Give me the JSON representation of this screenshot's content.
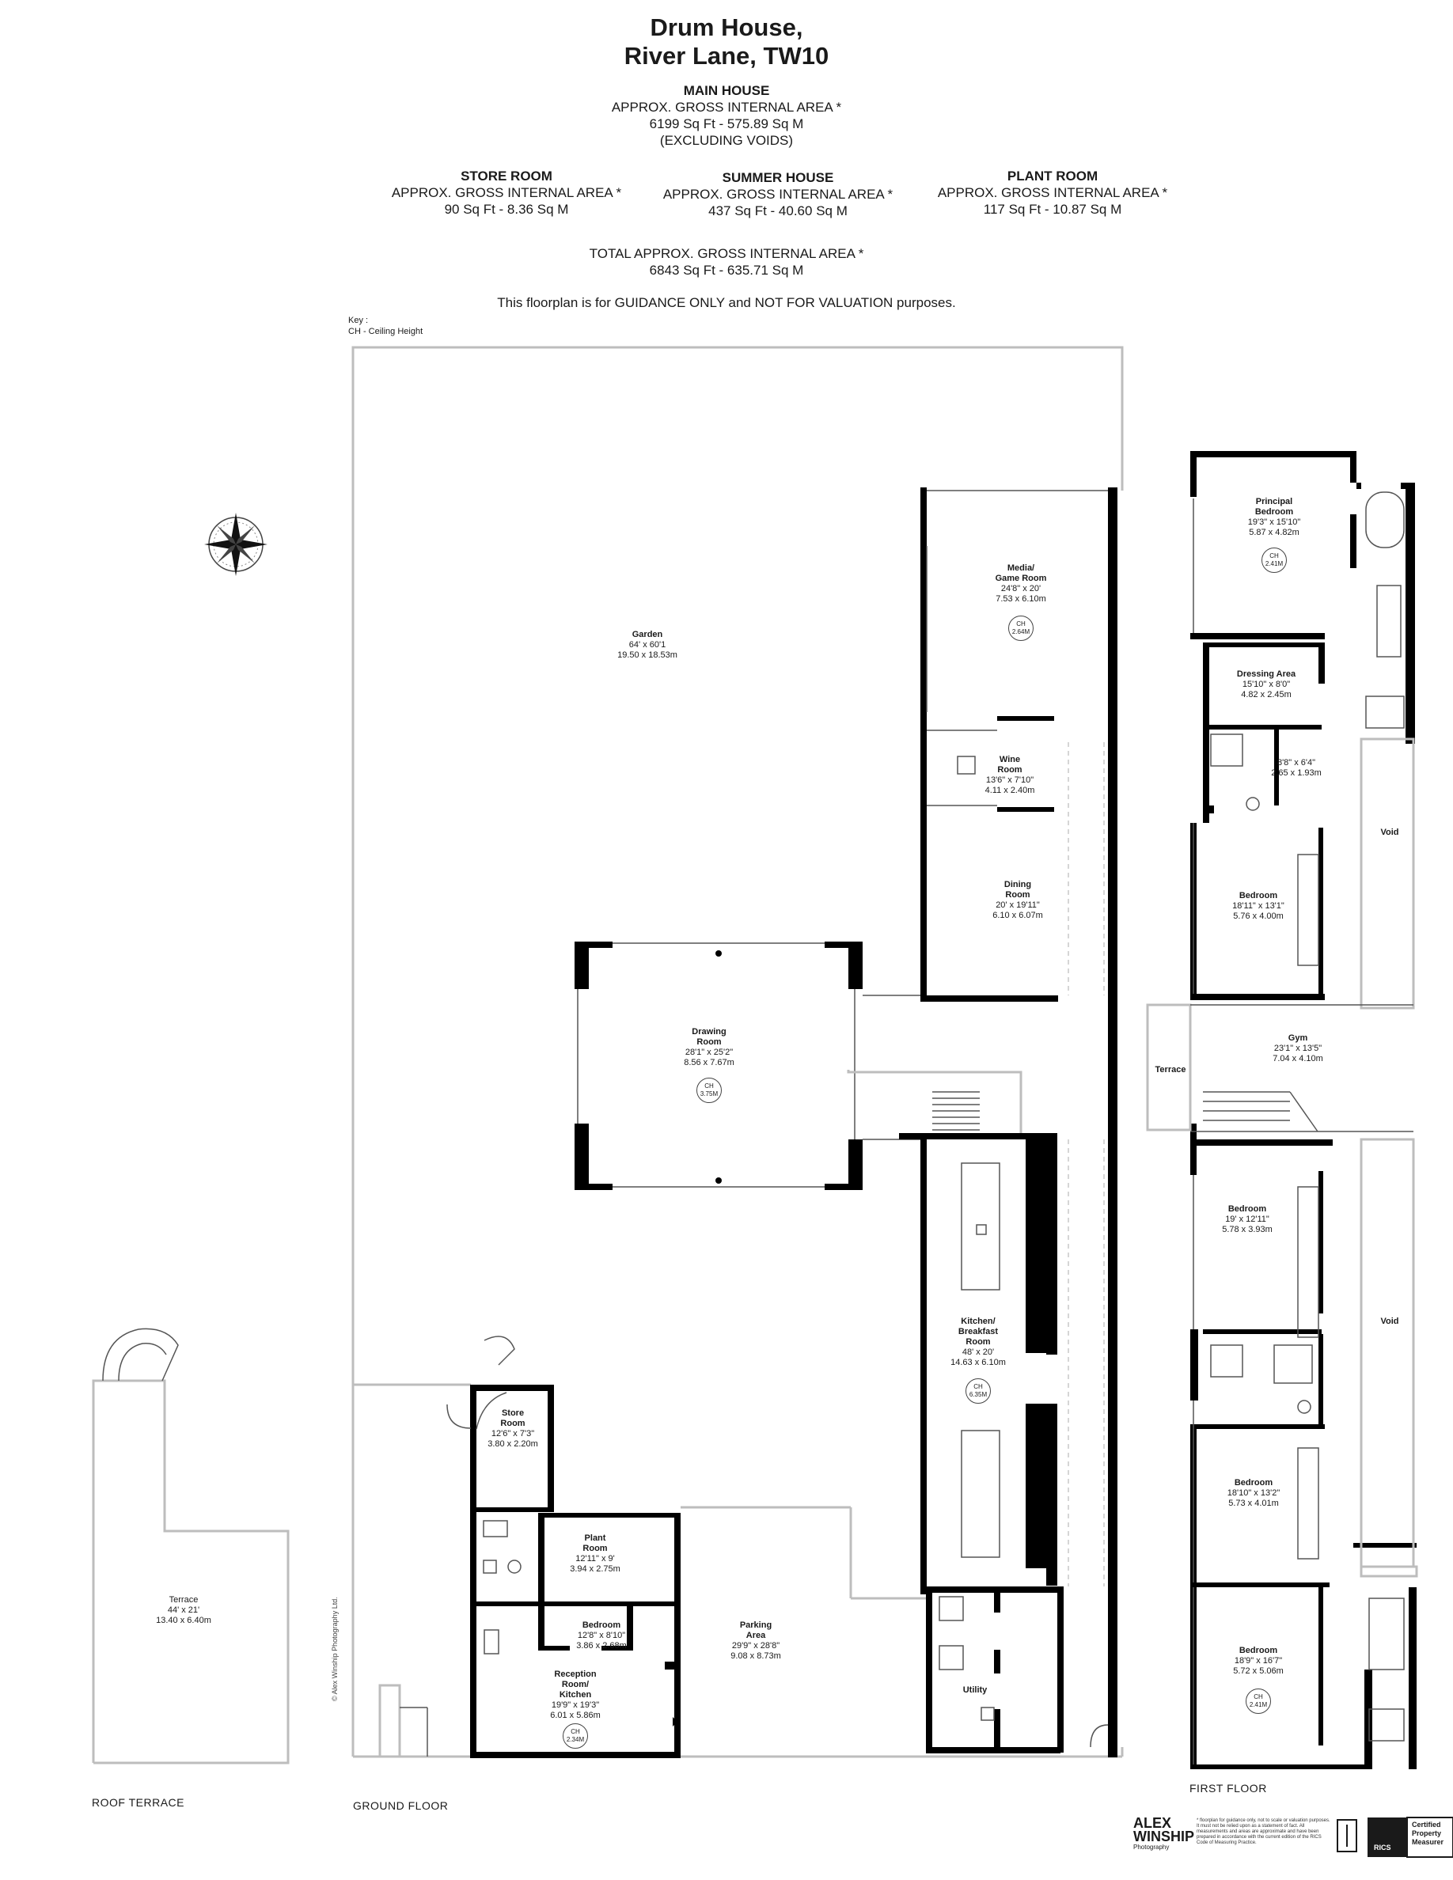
{
  "header": {
    "title_line1": "Drum House,",
    "title_line2": "River Lane, TW10",
    "main_house": {
      "heading": "MAIN HOUSE",
      "line1": "APPROX. GROSS INTERNAL  AREA *",
      "line2": "6199 Sq Ft  -  575.89 Sq M",
      "line3": "(EXCLUDING VOIDS)"
    },
    "store_room": {
      "heading": "STORE ROOM",
      "line1": "APPROX. GROSS INTERNAL  AREA *",
      "line2": "90 Sq Ft  -  8.36 Sq M"
    },
    "summer_house": {
      "heading": "SUMMER HOUSE",
      "line1": "APPROX. GROSS INTERNAL  AREA *",
      "line2": "437 Sq Ft  -  40.60 Sq M"
    },
    "plant_room": {
      "heading": "PLANT ROOM",
      "line1": "APPROX. GROSS INTERNAL  AREA *",
      "line2": "117 Sq Ft  -  10.87 Sq M"
    },
    "total": {
      "line1": "TOTAL  APPROX. GROSS INTERNAL  AREA *",
      "line2": "6843 Sq Ft  -  635.71 Sq M"
    },
    "disclaimer": "This floorplan is for GUIDANCE ONLY and NOT FOR VALUATION purposes."
  },
  "key": {
    "line1": "Key :",
    "line2": "CH - Ceiling Height"
  },
  "rooms": {
    "garden": {
      "name": "Garden",
      "imperial": "64' x 60'1",
      "metric": "19.50 x 18.53m"
    },
    "media": {
      "name1": "Media/",
      "name2": "Game Room",
      "imperial": "24'8\" x 20'",
      "metric": "7.53 x 6.10m",
      "ch": "2.64M"
    },
    "wine": {
      "name1": "Wine",
      "name2": "Room",
      "imperial": "13'6\" x 7'10\"",
      "metric": "4.11 x 2.40m"
    },
    "dining": {
      "name1": "Dining",
      "name2": "Room",
      "imperial": "20' x 19'11\"",
      "metric": "6.10 x 6.07m"
    },
    "drawing": {
      "name1": "Drawing",
      "name2": "Room",
      "imperial": "28'1\" x 25'2\"",
      "metric": "8.56 x 7.67m",
      "ch": "3.75M"
    },
    "kitchen": {
      "name1": "Kitchen/",
      "name2": "Breakfast",
      "name3": "Room",
      "imperial": "48' x 20'",
      "metric": "14.63 x 6.10m",
      "ch": "6.35M"
    },
    "store": {
      "name1": "Store",
      "name2": "Room",
      "imperial": "12'6\" x 7'3\"",
      "metric": "3.80 x 2.20m"
    },
    "plant": {
      "name1": "Plant",
      "name2": "Room",
      "imperial": "12'11\" x 9'",
      "metric": "3.94 x 2.75m"
    },
    "sh_bedroom": {
      "name": "Bedroom",
      "imperial": "12'8\" x 8'10\"",
      "metric": "3.86 x 2.68m"
    },
    "reception": {
      "name1": "Reception",
      "name2": "Room/",
      "name3": "Kitchen",
      "imperial": "19'9\" x 19'3\"",
      "metric": "6.01 x 5.86m",
      "ch": "2.34M"
    },
    "parking": {
      "name1": "Parking",
      "name2": "Area",
      "imperial": "29'9\" x 28'8\"",
      "metric": "9.08 x 8.73m"
    },
    "utility": {
      "name": "Utility"
    },
    "roof_terrace": {
      "name": "Terrace",
      "imperial": "44' x 21'",
      "metric": "13.40 x 6.40m"
    },
    "principal": {
      "name1": "Principal",
      "name2": "Bedroom",
      "imperial": "19'3\" x 15'10\"",
      "metric": "5.87 x 4.82m",
      "ch": "2.41M"
    },
    "dressing": {
      "name": "Dressing Area",
      "imperial": "15'10\" x 8'0\"",
      "metric": "4.82 x 2.45m"
    },
    "small_room": {
      "imperial": "8'8\" x 6'4\"",
      "metric": "2.65 x 1.93m"
    },
    "ff_bed1": {
      "name": "Bedroom",
      "imperial": "18'11\" x 13'1\"",
      "metric": "5.76 x 4.00m"
    },
    "gym": {
      "name": "Gym",
      "imperial": "23'1\" x 13'5\"",
      "metric": "7.04 x 4.10m"
    },
    "ff_terrace": {
      "name": "Terrace"
    },
    "void1": {
      "name": "Void"
    },
    "void2": {
      "name": "Void"
    },
    "ff_bed2": {
      "name": "Bedroom",
      "imperial": "19' x 12'11\"",
      "metric": "5.78 x 3.93m"
    },
    "ff_bed3": {
      "name": "Bedroom",
      "imperial": "18'10\" x 13'2\"",
      "metric": "5.73 x 4.01m"
    },
    "ff_bed4": {
      "name": "Bedroom",
      "imperial": "18'9\" x 16'7\"",
      "metric": "5.72 x 5.06m",
      "ch": "2.41M"
    }
  },
  "ch_prefix": "CH",
  "floors": {
    "roof": "ROOF TERRACE",
    "ground": "GROUND FLOOR",
    "first": "FIRST FLOOR"
  },
  "copyright": "© Alex Winship Photography Ltd.",
  "footer": {
    "brand1": "ALEX",
    "brand2": "WINSHIP",
    "brand3": "Photography",
    "note": "* floorplan for guidance only, not to scale or valuation purposes. It must not be relied upon as a statement of fact. All measurements and areas are approximate and have been prepared in accordance with the current edition of the RICS Code of Measuring Practice.",
    "rics": "RICS",
    "cert1": "Certified",
    "cert2": "Property",
    "cert3": "Measurer"
  }
}
